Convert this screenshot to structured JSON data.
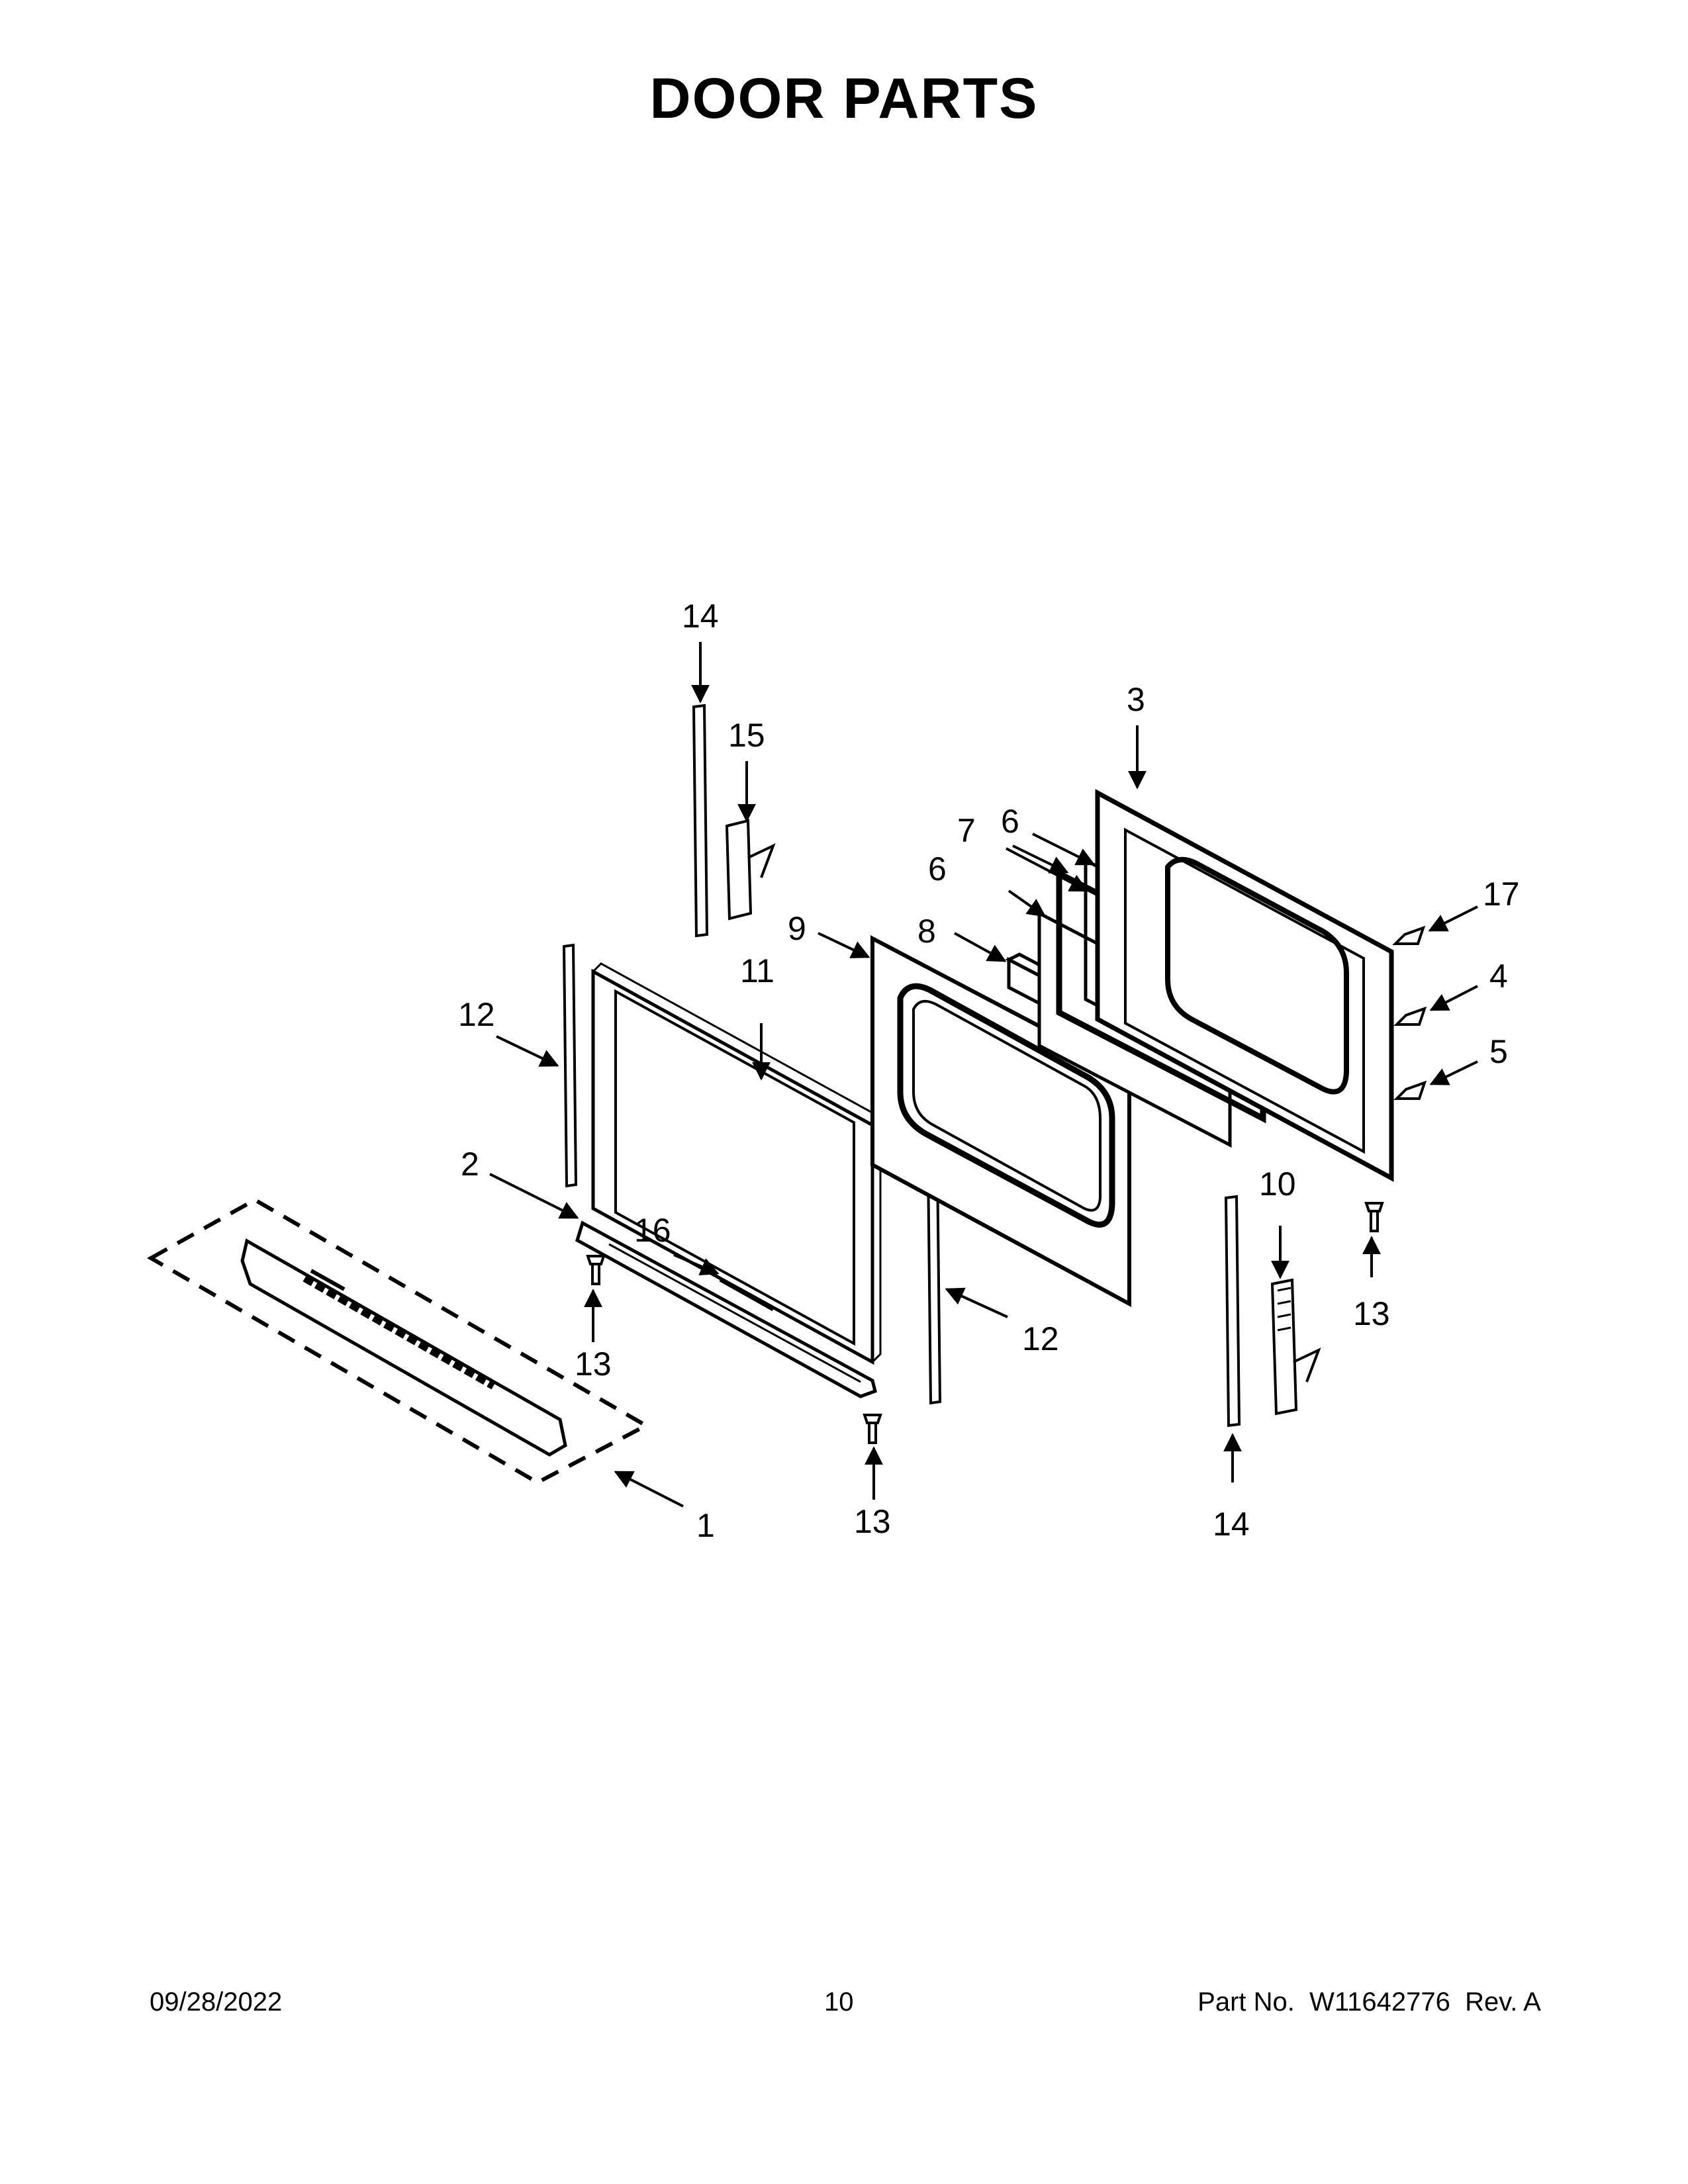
{
  "title": "DOOR PARTS",
  "callouts": {
    "c1": "1",
    "c2": "2",
    "c3": "3",
    "c4": "4",
    "c5": "5",
    "c6a": "6",
    "c6b": "6",
    "c7": "7",
    "c8": "8",
    "c9": "9",
    "c10": "10",
    "c11": "11",
    "c12a": "12",
    "c12b": "12",
    "c13a": "13",
    "c13b": "13",
    "c13c": "13",
    "c14a": "14",
    "c14b": "14",
    "c15": "15",
    "c16": "16",
    "c17": "17"
  },
  "footer": {
    "date": "09/28/2022",
    "page": "10",
    "part_label": "Part No.",
    "part_number": "W11642776",
    "revision": "Rev.  A"
  },
  "colors": {
    "ink": "#000000",
    "paper": "#ffffff"
  }
}
